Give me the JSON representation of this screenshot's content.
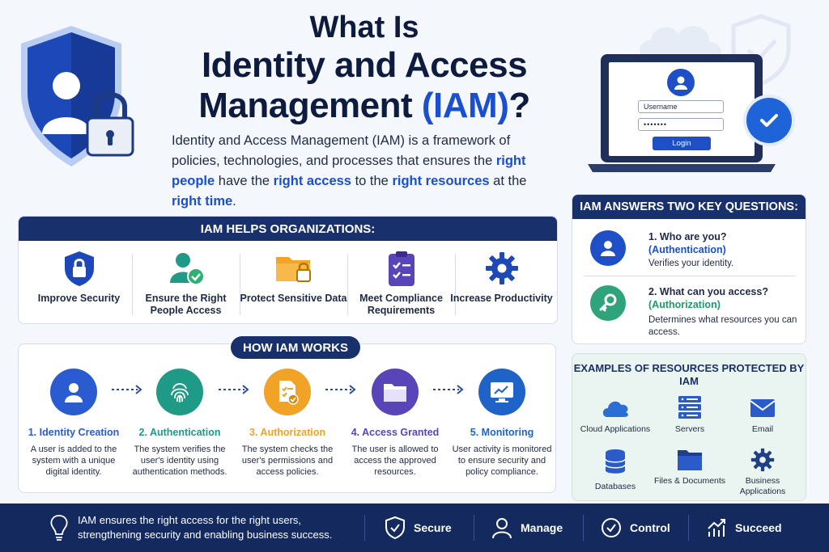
{
  "title": {
    "line1": "What Is",
    "line2": "Identity and Access",
    "line3_a": "Management ",
    "line3_b": "(IAM)",
    "line3_c": "?"
  },
  "intro": {
    "p1": "Identity and Access Management (IAM) is a framework of policies, technologies, and processes that ensures the ",
    "h1": "right people",
    "p2": " have the ",
    "h2": "right access",
    "p3": " to the ",
    "h3": "right resources",
    "p4": " at the ",
    "h4": "right time",
    "p5": "."
  },
  "login": {
    "username_placeholder": "Username",
    "password_value": "•••••••",
    "login_label": "Login"
  },
  "helps": {
    "banner": "IAM HELPS ORGANIZATIONS:",
    "items": [
      {
        "label": "Improve Security",
        "icon": "shield-lock-icon"
      },
      {
        "label": "Ensure the Right People Access",
        "icon": "user-check-icon"
      },
      {
        "label": "Protect Sensitive Data",
        "icon": "folder-lock-icon"
      },
      {
        "label": "Meet Compliance Requirements",
        "icon": "clipboard-check-icon"
      },
      {
        "label": "Increase Productivity",
        "icon": "gear-icon"
      }
    ]
  },
  "works": {
    "banner": "HOW IAM WORKS",
    "steps": [
      {
        "title": "1. Identity Creation",
        "desc": "A user is added to the system with a unique digital identity.",
        "color": "#2a5bd0",
        "icon": "user-icon"
      },
      {
        "title": "2. Authentication",
        "desc": "The system verifies the user's identity using authentication methods.",
        "color": "#1f9a86",
        "icon": "fingerprint-icon"
      },
      {
        "title": "3. Authorization",
        "desc": "The system checks the user's permissions and access policies.",
        "color": "#f0a327",
        "icon": "document-check-icon"
      },
      {
        "title": "4. Access Granted",
        "desc": "The user is allowed to access the approved resources.",
        "color": "#5a45b8",
        "icon": "folder-icon"
      },
      {
        "title": "5. Monitoring",
        "desc": "User activity is monitored to ensure security and policy compliance.",
        "color": "#1f63c8",
        "icon": "monitor-icon"
      }
    ]
  },
  "questions": {
    "banner": "IAM ANSWERS TWO KEY QUESTIONS:",
    "items": [
      {
        "title": "1. Who are you?",
        "sub": "(Authentication)",
        "desc": "Verifies your identity.",
        "icon": "user-icon"
      },
      {
        "title": "2. What can you access?",
        "sub": "(Authorization)",
        "desc": "Determines what resources you can access.",
        "icon": "key-icon"
      }
    ]
  },
  "resources": {
    "title": "EXAMPLES OF RESOURCES PROTECTED BY IAM",
    "items": [
      {
        "label": "Cloud Applications",
        "icon": "cloud-icon"
      },
      {
        "label": "Servers",
        "icon": "server-icon"
      },
      {
        "label": "Email",
        "icon": "email-icon"
      },
      {
        "label": "Databases",
        "icon": "database-icon"
      },
      {
        "label": "Files & Documents",
        "icon": "files-icon"
      },
      {
        "label": "Business Applications",
        "icon": "gear-icon"
      }
    ]
  },
  "footer": {
    "text": "IAM ensures the right access for the right users, strengthening security and enabling business success.",
    "items": [
      {
        "label": "Secure",
        "icon": "shield-check-icon"
      },
      {
        "label": "Manage",
        "icon": "user-icon"
      },
      {
        "label": "Control",
        "icon": "check-circle-icon"
      },
      {
        "label": "Succeed",
        "icon": "growth-chart-icon"
      }
    ]
  },
  "colors": {
    "navy": "#18306c",
    "accent": "#1a4fd0",
    "green": "#1f9a86",
    "teal_key": "#2fa37a"
  }
}
